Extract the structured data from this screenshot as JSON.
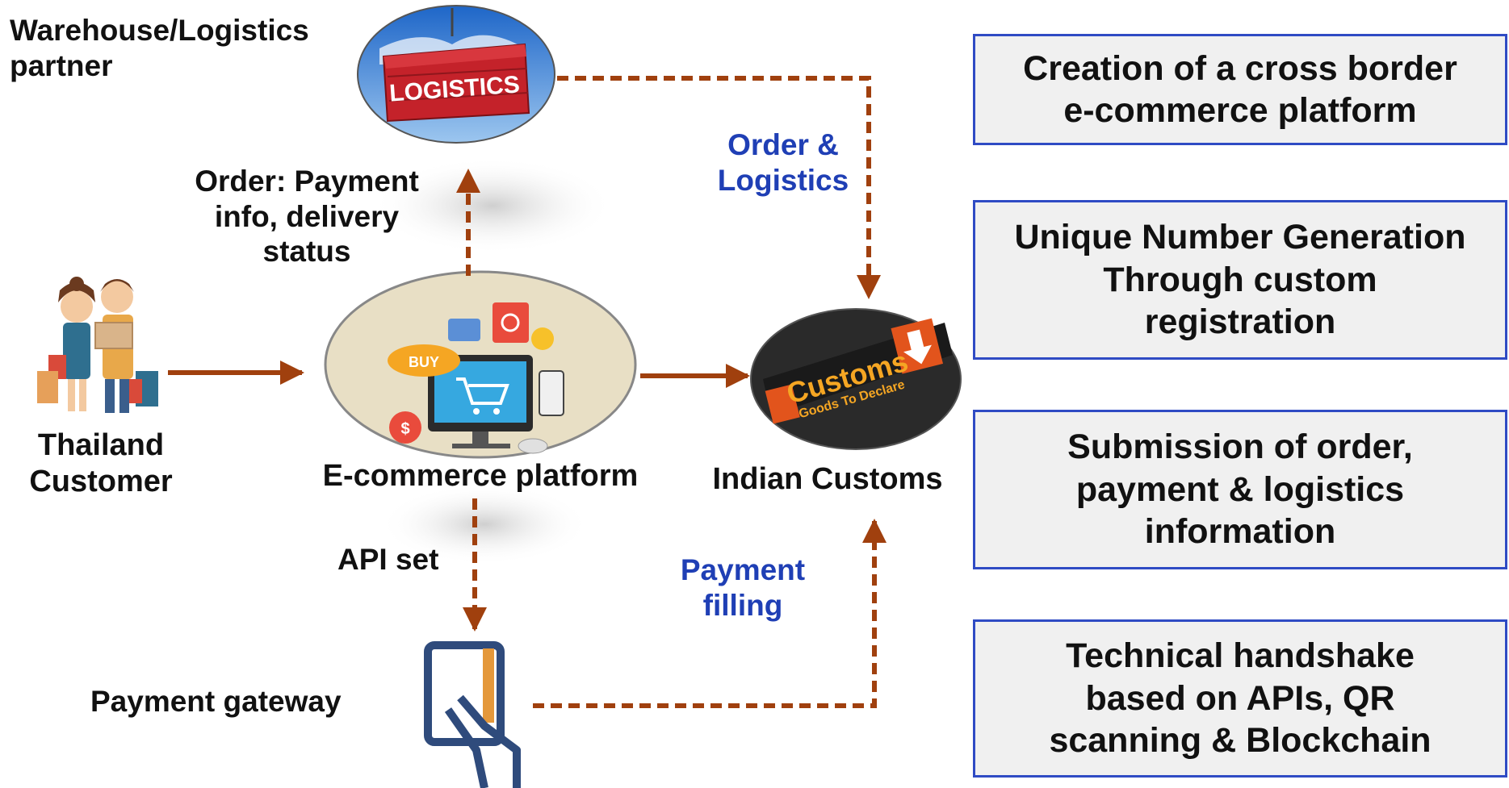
{
  "nodes": {
    "warehouse": "Warehouse/Logistics\npartner",
    "container_text": "LOGISTICS",
    "order_payment": "Order: Payment\ninfo, delivery\nstatus",
    "order_logistics": "Order &\nLogistics",
    "customer": "Thailand\nCustomer",
    "platform": "E-commerce platform",
    "buy_text": "BUY",
    "customs": "Indian Customs",
    "customs_sign_main": "Customs",
    "customs_sign_sub": "Goods To Declare",
    "api_set": "API set",
    "payment_filling": "Payment\nfilling",
    "payment_gateway": "Payment gateway"
  },
  "boxes": [
    "Creation of a cross border\ne-commerce platform",
    "Unique Number Generation\nThrough custom\nregistration",
    "Submission of order,\npayment & logistics\ninformation",
    "Technical handshake\nbased on APIs, QR\nscanning & Blockchain"
  ],
  "colors": {
    "arrow": "#a0400e",
    "box_border": "#2f4bc4",
    "box_fill": "#f0f0f0",
    "blue_text": "#1f3fb5"
  }
}
